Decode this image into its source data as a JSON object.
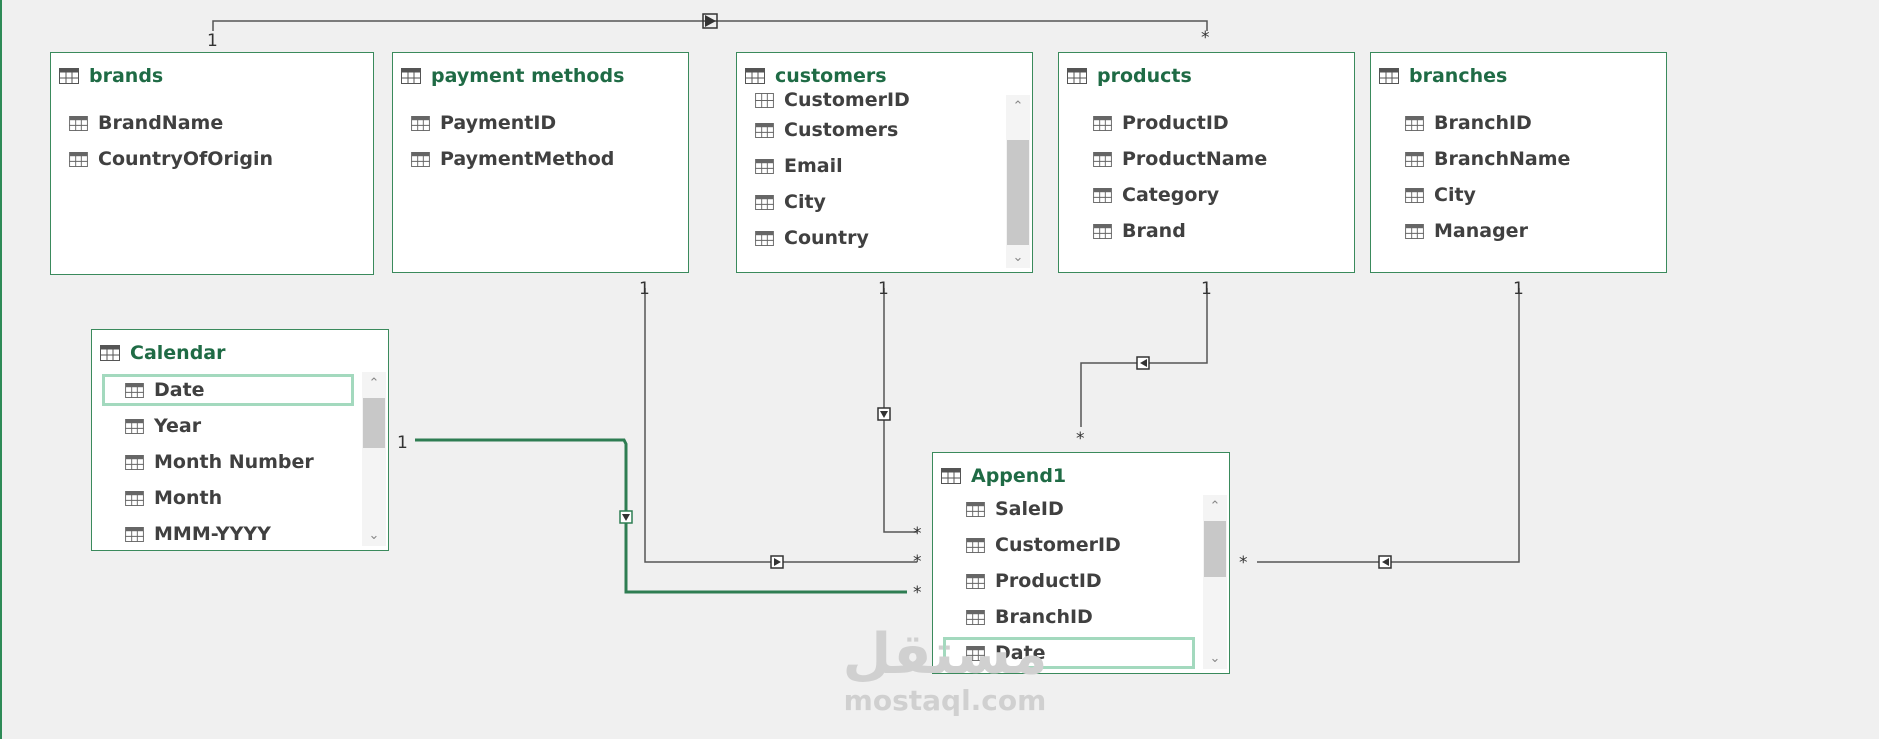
{
  "tables": {
    "brands": {
      "title": "brands",
      "fields": [
        "BrandName",
        "CountryOfOrigin"
      ]
    },
    "payment_methods": {
      "title": "payment methods",
      "fields": [
        "PaymentID",
        "PaymentMethod"
      ]
    },
    "customers": {
      "title": "customers",
      "partial_field": "CustomerID",
      "fields": [
        "Customers",
        "Email",
        "City",
        "Country"
      ]
    },
    "products": {
      "title": "products",
      "fields": [
        "ProductID",
        "ProductName",
        "Category",
        "Brand"
      ]
    },
    "branches": {
      "title": "branches",
      "fields": [
        "BranchID",
        "BranchName",
        "City",
        "Manager"
      ]
    },
    "calendar": {
      "title": "Calendar",
      "fields": [
        "Date",
        "Year",
        "Month Number",
        "Month",
        "MMM-YYYY"
      ],
      "selected_field": "Date"
    },
    "append1": {
      "title": "Append1",
      "fields": [
        "SaleID",
        "CustomerID",
        "ProductID",
        "BranchID",
        "Date"
      ],
      "selected_field": "Date"
    }
  },
  "relationships": {
    "one": "1",
    "many": "*"
  },
  "watermark": {
    "arabic": "مستقل",
    "latin": "mostaql.com"
  },
  "colors": {
    "border": "#3a8a5c",
    "title": "#1f6b45",
    "active_line": "#2e7d52",
    "line": "#555555",
    "selection": "#a3d9be"
  }
}
